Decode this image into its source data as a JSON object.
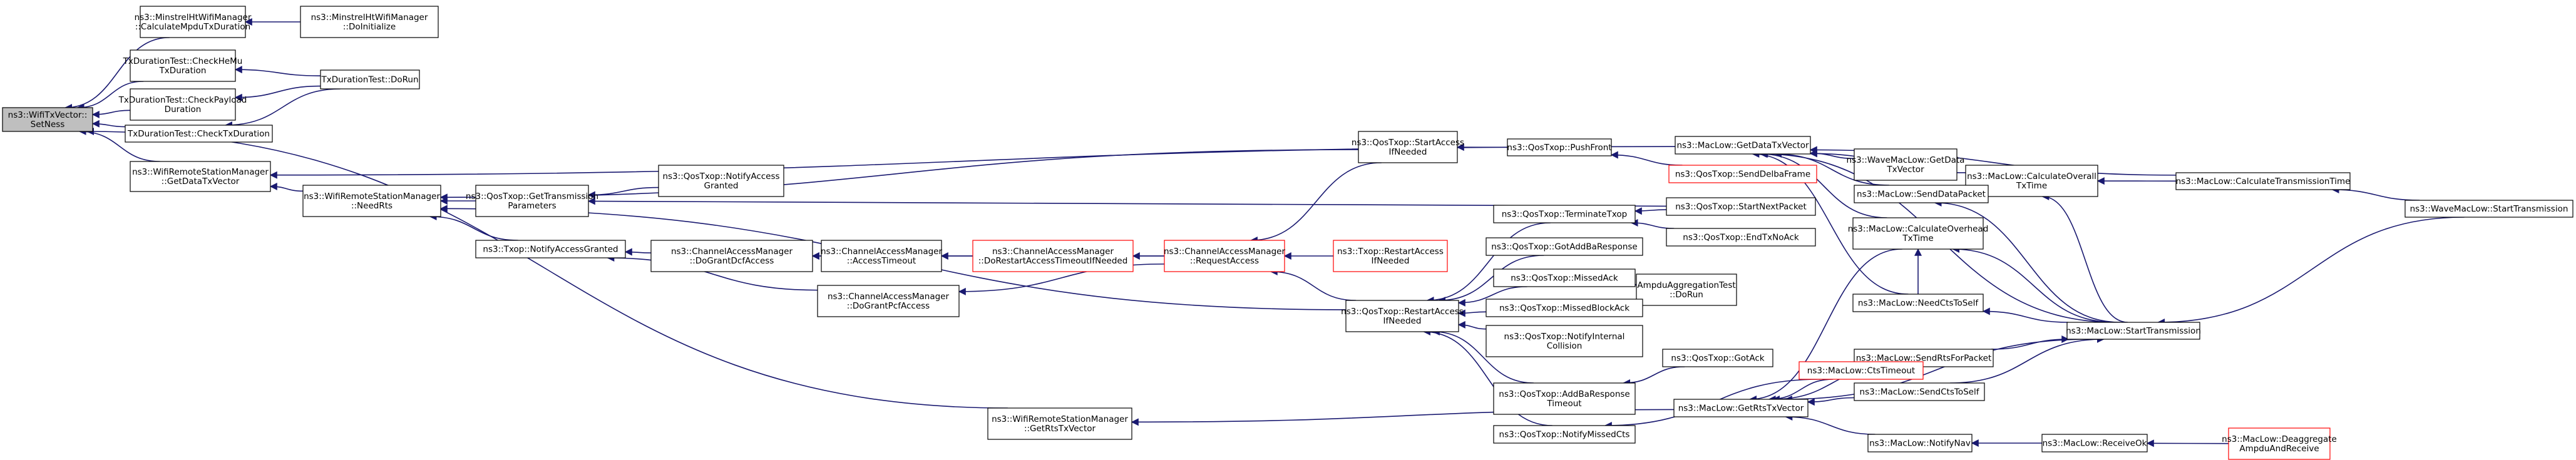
{
  "colors": {
    "node_border": "#000000",
    "highlight_border": "#ff0000",
    "focus_fill": "#bfbfbf",
    "node_fill": "#ffffff",
    "edge": "#191970"
  },
  "nodes": {
    "n0": [
      "ns3::WifiTxVector::",
      "SetNess"
    ],
    "n1": [
      "ns3::MinstrelHtWifiManager",
      "::CalculateMpduTxDuration"
    ],
    "n2": [
      "ns3::MinstrelHtWifiManager",
      "::DoInitialize"
    ],
    "n3": [
      "TxDurationTest::CheckHeMu",
      "TxDuration"
    ],
    "n4": [
      "TxDurationTest::DoRun"
    ],
    "n5": [
      "TxDurationTest::CheckPayload",
      "Duration"
    ],
    "n6": [
      "TxDurationTest::CheckTxDuration"
    ],
    "n7": [
      "ns3::WifiRemoteStationManager",
      "::GetDataTxVector"
    ],
    "n8": [
      "ns3::WifiRemoteStationManager",
      "::NeedRts"
    ],
    "n9": [
      "ns3::MacLow::GetDataTxVector"
    ],
    "n10": [
      "ns3::QosTxop::GetTransmission",
      "Parameters"
    ],
    "n11": [
      "ns3::Txop::NotifyAccessGranted"
    ],
    "n12": [
      "ns3::QosTxop::NotifyAccess",
      "Granted"
    ],
    "n13": [
      "ns3::QosTxop::StartAccess",
      "IfNeeded"
    ],
    "n14": [
      "ns3::QosTxop::PushFront"
    ],
    "n15": [
      "ns3::QosTxop::SendDelbaFrame"
    ],
    "n16": [
      "ns3::WaveMacLow::GetData",
      "TxVector"
    ],
    "n17": [
      "ns3::MacLow::CalculateOverall",
      "TxTime"
    ],
    "n18": [
      "ns3::MacLow::CalculateTransmissionTime"
    ],
    "n19": [
      "ns3::WaveMacLow::StartTransmission"
    ],
    "n20": [
      "ns3::MacLow::SendDataPacket"
    ],
    "n21": [
      "ns3::QosTxop::StartNextPacket"
    ],
    "n22": [
      "ns3::QosTxop::TerminateTxop"
    ],
    "n23": [
      "ns3::QosTxop::EndTxNoAck"
    ],
    "n24": [
      "ns3::MacLow::CalculateOverhead",
      "TxTime"
    ],
    "n25": [
      "ns3::ChannelAccessManager",
      "::DoGrantDcfAccess"
    ],
    "n26": [
      "ns3::ChannelAccessManager",
      "::AccessTimeout"
    ],
    "n27": [
      "ns3::ChannelAccessManager",
      "::DoRestartAccessTimeoutIfNeeded"
    ],
    "n28": [
      "ns3::ChannelAccessManager",
      "::RequestAccess"
    ],
    "n29": [
      "ns3::Txop::RestartAccess",
      "IfNeeded"
    ],
    "n30": [
      "ns3::QosTxop::GotAddBaResponse"
    ],
    "n31": [
      "ns3::QosTxop::MissedAck"
    ],
    "n32": [
      "AmpduAggregationTest",
      "::DoRun"
    ],
    "n33": [
      "ns3::ChannelAccessManager",
      "::DoGrantPcfAccess"
    ],
    "n34": [
      "ns3::QosTxop::RestartAccess",
      "IfNeeded"
    ],
    "n35": [
      "ns3::QosTxop::MissedBlockAck"
    ],
    "n36": [
      "ns3::MacLow::NeedCtsToSelf"
    ],
    "n37": [
      "ns3::MacLow::StartTransmission"
    ],
    "n38": [
      "ns3::QosTxop::NotifyInternal",
      "Collision"
    ],
    "n39": [
      "ns3::MacLow::SendRtsForPacket"
    ],
    "n40": [
      "ns3::QosTxop::GotAck"
    ],
    "n41": [
      "ns3::MacLow::CtsTimeout"
    ],
    "n42": [
      "ns3::MacLow::SendCtsToSelf"
    ],
    "n43": [
      "ns3::QosTxop::AddBaResponse",
      "Timeout"
    ],
    "n44": [
      "ns3::WifiRemoteStationManager",
      "::GetRtsTxVector"
    ],
    "n45": [
      "ns3::MacLow::GetRtsTxVector"
    ],
    "n46": [
      "ns3::QosTxop::NotifyMissedCts"
    ],
    "n47": [
      "ns3::MacLow::NotifyNav"
    ],
    "n48": [
      "ns3::MacLow::ReceiveOk"
    ],
    "n49": [
      "ns3::MacLow::Deaggregate",
      "AmpduAndReceive"
    ]
  }
}
